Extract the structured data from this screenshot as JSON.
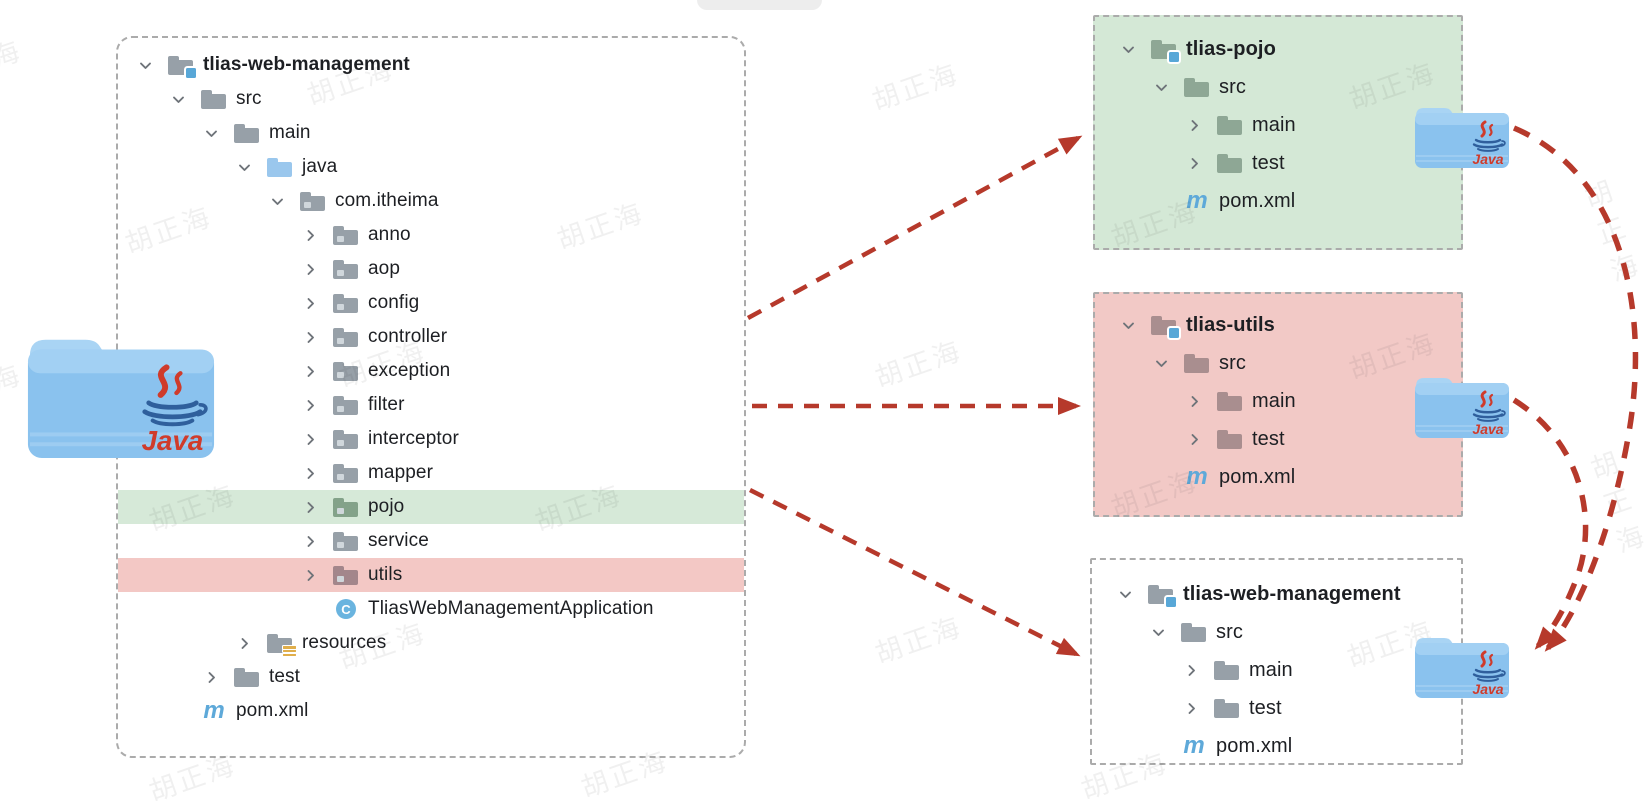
{
  "watermark": {
    "text": "胡正海",
    "positions": [
      [
        -22,
        62
      ],
      [
        350,
        80
      ],
      [
        915,
        85
      ],
      [
        1392,
        84
      ],
      [
        168,
        228
      ],
      [
        600,
        224
      ],
      [
        1154,
        222
      ],
      [
        1614,
        228
      ],
      [
        -22,
        386
      ],
      [
        382,
        362
      ],
      [
        918,
        362
      ],
      [
        1392,
        354
      ],
      [
        192,
        506
      ],
      [
        578,
        506
      ],
      [
        1154,
        492
      ],
      [
        1618,
        500
      ],
      [
        382,
        644
      ],
      [
        918,
        638
      ],
      [
        1390,
        642
      ],
      [
        192,
        776
      ],
      [
        624,
        772
      ],
      [
        1124,
        774
      ]
    ]
  },
  "icons": {
    "class_letter": "C",
    "maven_letter": "m",
    "java_logo_text": "Java"
  },
  "colors": {
    "arrow": "#b6392b",
    "green_box_bg": "#d4e8d6",
    "red_box_bg": "#f2c9c6",
    "white_box_bg": "#ffffff",
    "green_row": "#d6e9d8",
    "red_row": "#f3c8c5",
    "folder_gray": "#97a0a8",
    "folder_blue": "#9ac7ed",
    "folder_green_tint": "#8ea795",
    "folder_red_tint": "#a98e8f",
    "project_square": "#58a7d7"
  },
  "main_project": {
    "rows": [
      {
        "label": "tlias-web-management",
        "level": 0,
        "chevron": "down",
        "icon": "project-folder",
        "bold": true
      },
      {
        "label": "src",
        "level": 1,
        "chevron": "down",
        "icon": "folder"
      },
      {
        "label": "main",
        "level": 2,
        "chevron": "down",
        "icon": "folder"
      },
      {
        "label": "java",
        "level": 3,
        "chevron": "down",
        "icon": "source-folder"
      },
      {
        "label": "com.itheima",
        "level": 4,
        "chevron": "down",
        "icon": "package-folder"
      },
      {
        "label": "anno",
        "level": 5,
        "chevron": "right",
        "icon": "package-folder"
      },
      {
        "label": "aop",
        "level": 5,
        "chevron": "right",
        "icon": "package-folder"
      },
      {
        "label": "config",
        "level": 5,
        "chevron": "right",
        "icon": "package-folder"
      },
      {
        "label": "controller",
        "level": 5,
        "chevron": "right",
        "icon": "package-folder"
      },
      {
        "label": "exception",
        "level": 5,
        "chevron": "right",
        "icon": "package-folder"
      },
      {
        "label": "filter",
        "level": 5,
        "chevron": "right",
        "icon": "package-folder"
      },
      {
        "label": "interceptor",
        "level": 5,
        "chevron": "right",
        "icon": "package-folder"
      },
      {
        "label": "mapper",
        "level": 5,
        "chevron": "right",
        "icon": "package-folder"
      },
      {
        "label": "pojo",
        "level": 5,
        "chevron": "right",
        "icon": "package-folder",
        "highlight": "green",
        "tint": "#83a289"
      },
      {
        "label": "service",
        "level": 5,
        "chevron": "right",
        "icon": "package-folder"
      },
      {
        "label": "utils",
        "level": 5,
        "chevron": "right",
        "icon": "package-folder",
        "highlight": "red",
        "tint": "#a3868b"
      },
      {
        "label": "TliasWebManagementApplication",
        "level": 5,
        "chevron": "none",
        "icon": "class"
      },
      {
        "label": "resources",
        "level": 3,
        "chevron": "right",
        "icon": "resources-folder"
      },
      {
        "label": "test",
        "level": 2,
        "chevron": "right",
        "icon": "folder"
      },
      {
        "label": "pom.xml",
        "level": 1,
        "chevron": "none",
        "icon": "maven"
      }
    ]
  },
  "modules": [
    {
      "id": "tlias-pojo",
      "theme": "green",
      "rows": [
        {
          "label": "tlias-pojo",
          "level": 0,
          "chevron": "down",
          "icon": "project-folder",
          "bold": true
        },
        {
          "label": "src",
          "level": 1,
          "chevron": "down",
          "icon": "folder"
        },
        {
          "label": "main",
          "level": 2,
          "chevron": "right",
          "icon": "folder"
        },
        {
          "label": "test",
          "level": 2,
          "chevron": "right",
          "icon": "folder"
        },
        {
          "label": "pom.xml",
          "level": 1,
          "chevron": "none",
          "icon": "maven"
        }
      ]
    },
    {
      "id": "tlias-utils",
      "theme": "red",
      "rows": [
        {
          "label": "tlias-utils",
          "level": 0,
          "chevron": "down",
          "icon": "project-folder",
          "bold": true
        },
        {
          "label": "src",
          "level": 1,
          "chevron": "down",
          "icon": "folder"
        },
        {
          "label": "main",
          "level": 2,
          "chevron": "right",
          "icon": "folder"
        },
        {
          "label": "test",
          "level": 2,
          "chevron": "right",
          "icon": "folder"
        },
        {
          "label": "pom.xml",
          "level": 1,
          "chevron": "none",
          "icon": "maven"
        }
      ]
    },
    {
      "id": "tlias-web-management",
      "theme": "white",
      "rows": [
        {
          "label": "tlias-web-management",
          "level": 0,
          "chevron": "down",
          "icon": "project-folder",
          "bold": true
        },
        {
          "label": "src",
          "level": 1,
          "chevron": "down",
          "icon": "folder"
        },
        {
          "label": "main",
          "level": 2,
          "chevron": "right",
          "icon": "folder"
        },
        {
          "label": "test",
          "level": 2,
          "chevron": "right",
          "icon": "folder"
        },
        {
          "label": "pom.xml",
          "level": 1,
          "chevron": "none",
          "icon": "maven"
        }
      ]
    }
  ]
}
